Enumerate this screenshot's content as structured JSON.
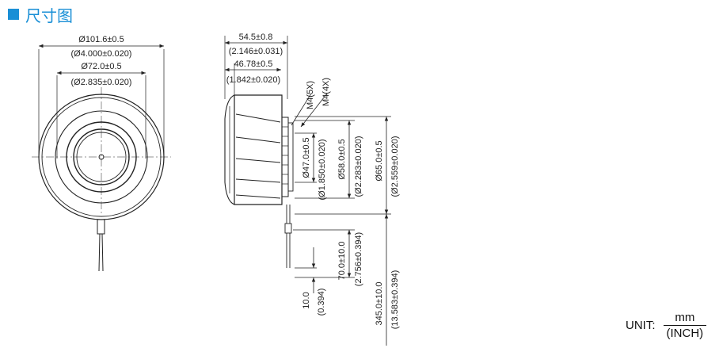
{
  "header": {
    "title": "尺寸图",
    "accent_color": "#1a8fd6",
    "marker_icon": "square-icon"
  },
  "front_view": {
    "outer_dia_mm": "Ø101.6±0.5",
    "outer_dia_in": "(Ø4.000±0.020)",
    "inner_dia_mm": "Ø72.0±0.5",
    "inner_dia_in": "(Ø2.835±0.020)"
  },
  "side_view": {
    "width_mm": "54.5±0.8",
    "width_in": "(2.146±0.031)",
    "inner_width_mm": "46.78±0.5",
    "inner_width_in": "(1.842±0.020)",
    "screw_a": "M4(5X)",
    "screw_b": "M4(4X)",
    "dia47_mm": "Ø47.0±0.5",
    "dia47_in": "(Ø1.850±0.020)",
    "dia58_mm": "Ø58.0±0.5",
    "dia58_in": "(Ø2.283±0.020)",
    "dia65_mm": "Ø65.0±0.5",
    "dia65_in": "(Ø2.559±0.020)",
    "strip_mm": "10.0",
    "strip_in": "(0.394)",
    "lead70_mm": "70.0±10.0",
    "lead70_in": "(2.756±0.394)",
    "lead345_mm": "345.0±10.0",
    "lead345_in": "(13.583±0.394)"
  },
  "unit": {
    "label": "UNIT:",
    "numerator": "mm",
    "denominator": "(INCH)"
  }
}
